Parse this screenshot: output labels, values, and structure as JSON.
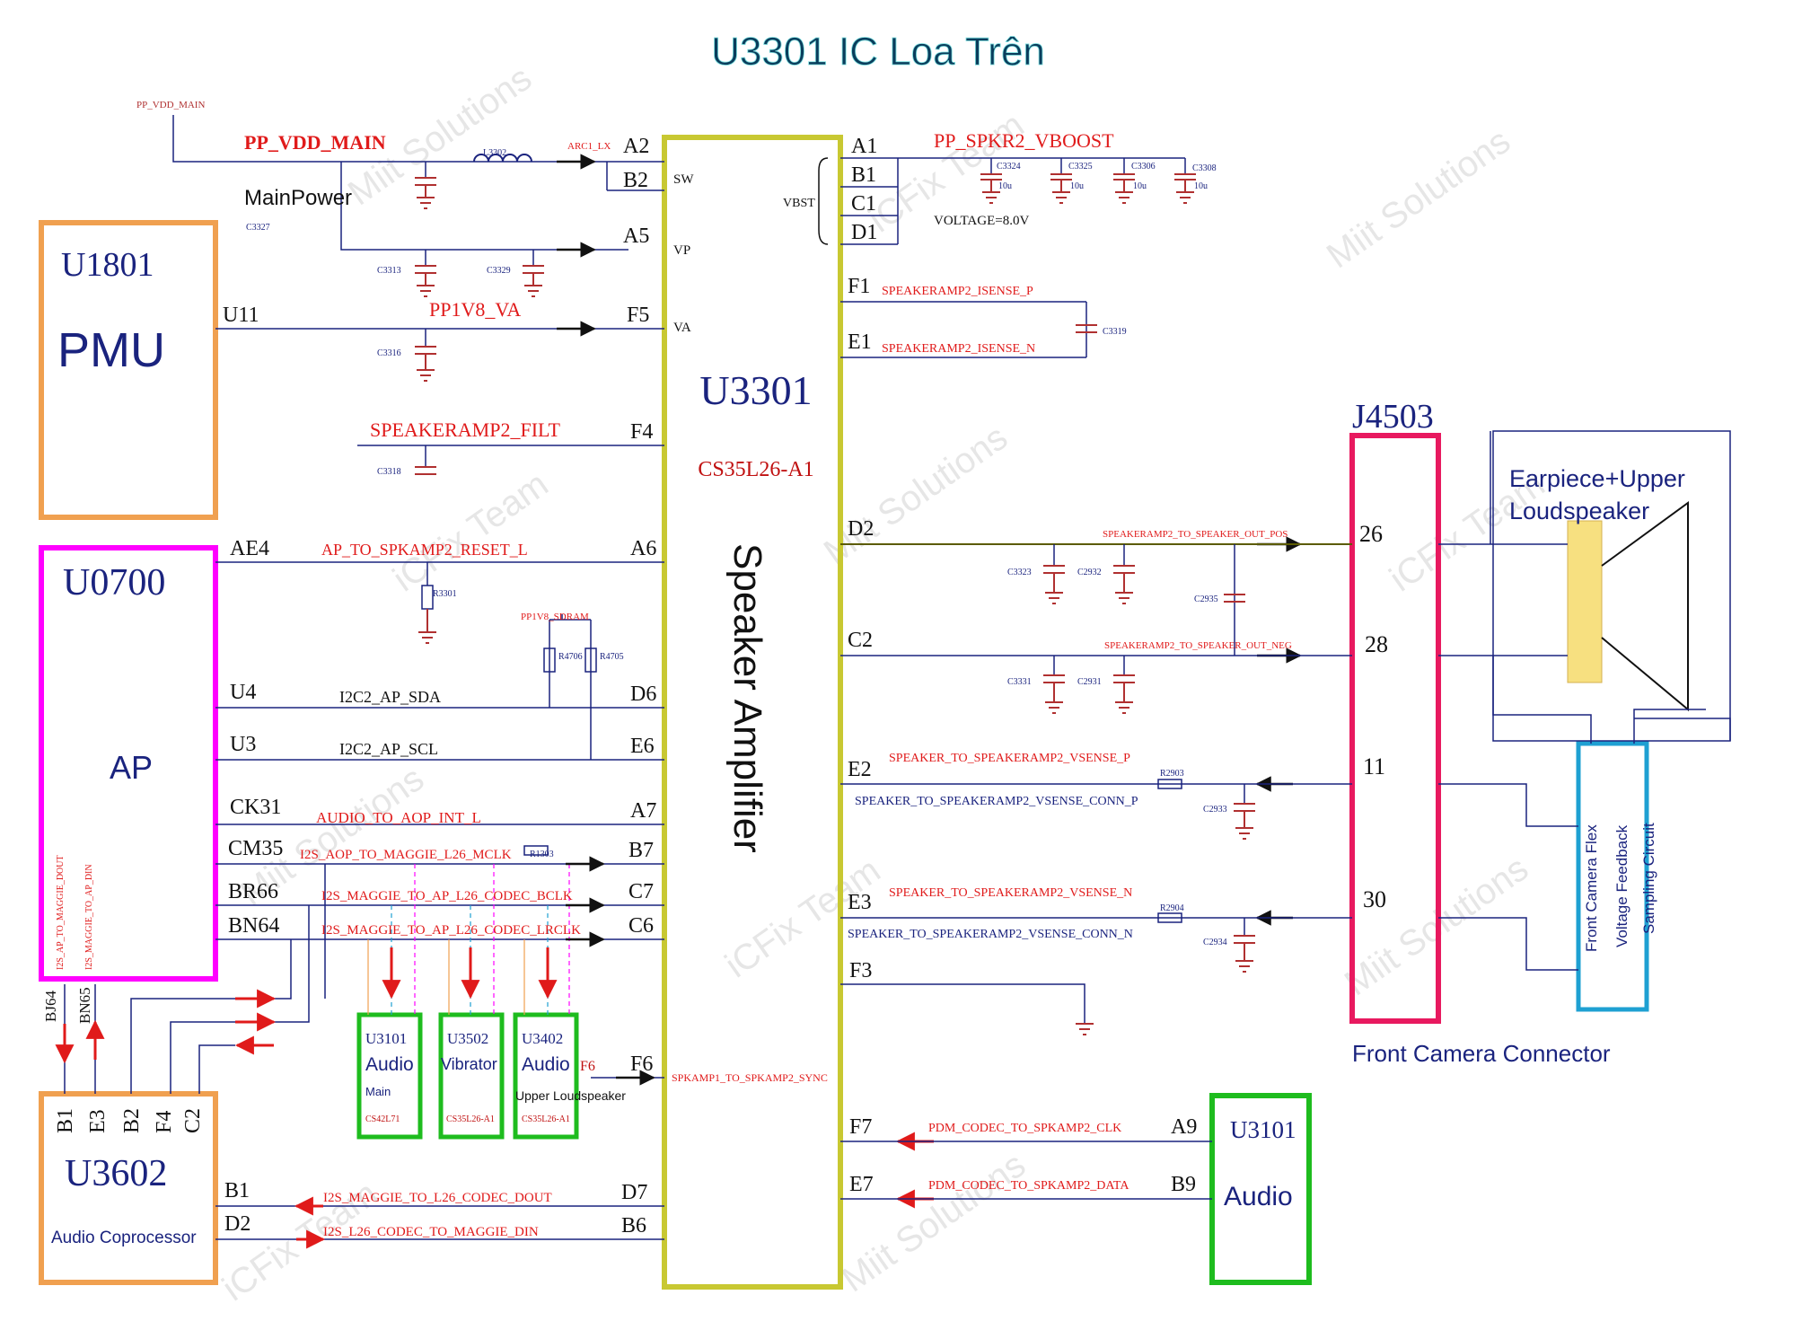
{
  "title": "U3301 IC Loa Trên",
  "watermarks": [
    "Miit Solutions",
    "iCFix Team"
  ],
  "blocks": {
    "pmu": {
      "ref": "U1801",
      "name": "PMU"
    },
    "ap": {
      "ref": "U0700",
      "name": "AP"
    },
    "coproc": {
      "ref": "U3602",
      "name": "Audio Coprocessor",
      "pins": [
        "B1",
        "E3",
        "B2",
        "F4",
        "C2"
      ]
    },
    "amp": {
      "ref": "U3301",
      "part": "CS35L26-A1",
      "name": "Speaker Amplifier"
    },
    "j4503": {
      "ref": "J4503",
      "caption": "Front Camera Connector"
    },
    "earpiece": {
      "name1": "Earpiece+Upper",
      "name2": "Loudspeaker"
    },
    "flex": {
      "line1": "Front Camera Flex",
      "line2": "Voltage Feedback",
      "line3": "Sampling Circuit"
    },
    "u3101_right": {
      "ref": "U3101",
      "name": "Audio"
    },
    "u3101_small": {
      "ref": "U3101",
      "name": "Audio",
      "sub": "Main",
      "part": "CS42L71"
    },
    "u3502": {
      "ref": "U3502",
      "name": "Vibrator",
      "part": "CS35L26-A1"
    },
    "u3402": {
      "ref": "U3402",
      "name": "Audio",
      "sub": "Upper Loudspeaker",
      "part": "CS35L26-A1",
      "pin": "F6"
    }
  },
  "left_pins": [
    "A2",
    "B2",
    "A5",
    "F5",
    "F4",
    "A6",
    "D6",
    "E6",
    "A7",
    "B7",
    "C7",
    "C6",
    "F6",
    "D7",
    "B6"
  ],
  "amp_pin_labels": [
    "SW",
    "VP",
    "VA"
  ],
  "right_pins": [
    "A1",
    "B1",
    "C1",
    "D1",
    "F1",
    "E1",
    "D2",
    "C2",
    "E2",
    "E3",
    "F3",
    "F7",
    "E7"
  ],
  "source_pins": {
    "pmu": "U11",
    "ap": [
      "AE4",
      "U4",
      "U3",
      "CK31",
      "CM35",
      "BR66",
      "BN64"
    ],
    "ap_bottom": [
      "BJ64",
      "BN65"
    ],
    "coproc": [
      "B1",
      "D2"
    ],
    "u3101": [
      "A9",
      "B9"
    ]
  },
  "connector_pins": [
    "26",
    "28",
    "11",
    "30"
  ],
  "nets": {
    "pp_vdd_small": "PP_VDD_MAIN",
    "pp_vdd_main": "PP_VDD_MAIN",
    "mainpower": "MainPower",
    "arc1": "ARC1_LX",
    "pp1v8_va": "PP1V8_VA",
    "filt": "SPEAKERAMP2_FILT",
    "reset": "AP_TO_SPKAMP2_RESET_L",
    "pp1v8_sdram": "PP1V8_SDRAM",
    "sda": "I2C2_AP_SDA",
    "scl": "I2C2_AP_SCL",
    "aop_int": "AUDIO_TO_AOP_INT_L",
    "mclk": "I2S_AOP_TO_MAGGIE_L26_MCLK",
    "bclk": "I2S_MAGGIE_TO_AP_L26_CODEC_BCLK",
    "lrclk": "I2S_MAGGIE_TO_AP_L26_CODEC_LRCLK",
    "dout": "I2S_MAGGIE_TO_L26_CODEC_DOUT",
    "din": "I2S_L26_CODEC_TO_MAGGIE_DIN",
    "sync": "SPKAMP1_TO_SPKAMP2_SYNC",
    "vboost": "PP_SPKR2_VBOOST",
    "vbst": "VBST",
    "voltage": "VOLTAGE=8.0V",
    "isense_p": "SPEAKERAMP2_ISENSE_P",
    "isense_n": "SPEAKERAMP2_ISENSE_N",
    "out_pos": "SPEAKERAMP2_TO_SPEAKER_OUT_POS",
    "out_neg": "SPEAKERAMP2_TO_SPEAKER_OUT_NEG",
    "vsense_p": "SPEAKER_TO_SPEAKERAMP2_VSENSE_P",
    "vsense_conn_p": "SPEAKER_TO_SPEAKERAMP2_VSENSE_CONN_P",
    "vsense_n": "SPEAKER_TO_SPEAKERAMP2_VSENSE_N",
    "vsense_conn_n": "SPEAKER_TO_SPEAKERAMP2_VSENSE_CONN_N",
    "pdm_clk": "PDM_CODEC_TO_SPKAMP2_CLK",
    "pdm_data": "PDM_CODEC_TO_SPKAMP2_DATA",
    "ap_dout": "I2S_AP_TO_MAGGIE_DOUT",
    "ap_din": "I2S_MAGGIE_TO_AP_DIN"
  },
  "parts": {
    "L3302": "L3302",
    "C3327": "C3327",
    "C3313": "C3313",
    "C3329": "C3329",
    "C3316": "C3316",
    "C3318": "C3318",
    "R3301": "R3301",
    "R4706": "R4706",
    "R4705": "R4705",
    "R1303": "R1303",
    "C3324": "C3324",
    "C3325": "C3325",
    "C3306": "C3306",
    "C3308": "C3308",
    "cap_value": "10u",
    "C3319": "C3319",
    "C3323": "C3323",
    "C2932": "C2932",
    "C2935": "C2935",
    "C3331": "C3331",
    "C2931": "C2931",
    "R2903": "R2903",
    "C2933": "C2933",
    "R2904": "R2904",
    "C2934": "C2934"
  },
  "colors": {
    "title": "#0a3d5c",
    "orange": "#f0a050",
    "magenta": "#ff00ff",
    "olive": "#c8c832",
    "crimson": "#e8195f",
    "cyan": "#1ea0d2",
    "green": "#1ebc1e",
    "net_red": "#e01a1a",
    "navy": "#1a237e",
    "wire": "#1a237e",
    "speaker_fill": "#f7e080"
  }
}
